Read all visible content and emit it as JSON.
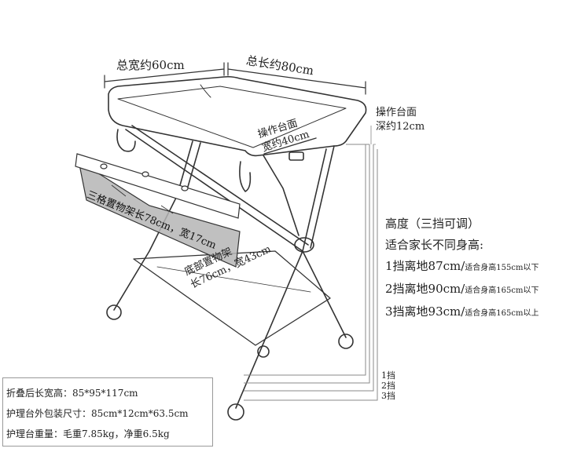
{
  "dimensions": {
    "width_label": "总宽约60cm",
    "length_label": "总长约80cm",
    "operation_depth_line1": "操作台面",
    "operation_depth_line2": "深约12cm",
    "operation_top_line1": "操作台面",
    "operation_top_line2": "宽约40cm",
    "side_rack": "三格置物架长78cm，宽17cm",
    "bottom_rack_line1": "底部置物架",
    "bottom_rack_line2": "长76cm，宽43cm"
  },
  "height_info": {
    "title": "高度（三挡可调）",
    "subtitle": "适合家长不同身高:",
    "rows": [
      {
        "main": "1挡离地87cm/",
        "note": "适合身高155cm以下"
      },
      {
        "main": "2挡离地90cm/",
        "note": "适合身高165cm以下"
      },
      {
        "main": "3挡离地93cm/",
        "note": "适合身高165cm以上"
      }
    ]
  },
  "levels": [
    "1挡",
    "2挡",
    "3挡"
  ],
  "specs": [
    "折叠后长宽高：85*95*117cm",
    "护理台外包装尺寸：85cm*12cm*63.5cm",
    "护理台重量：毛重7.85kg，净重6.5kg"
  ],
  "colors": {
    "line": "#333333",
    "basket": "#b5b5b5",
    "guide": "#8a8a8a"
  }
}
